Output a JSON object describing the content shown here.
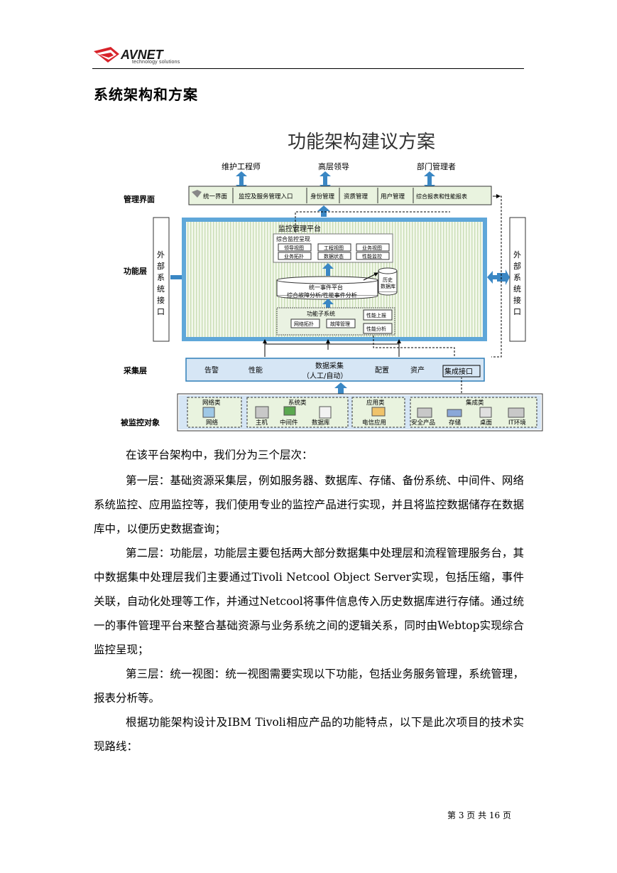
{
  "header": {
    "logo_text": "AVNET",
    "logo_sub": "technology solutions",
    "section_title": "系统架构和方案"
  },
  "diagram": {
    "title": "功能架构建议方案",
    "top_roles": [
      "维护工程师",
      "高层领导",
      "部门管理者"
    ],
    "layers": {
      "mgmt": "管理界面",
      "func": "功能层",
      "collect": "采集层",
      "monitored": "被监控对象"
    },
    "mgmt_items": [
      "统一界面",
      "监控及服务管理入口",
      "身份管理",
      "资质管理",
      "用户管理",
      "综合报表和性能报表"
    ],
    "external_left": "外部系统接口",
    "external_right": "外部系统接口",
    "platform": {
      "title": "监控管理平台",
      "display_title": "综合监控呈现",
      "display_items": [
        "领导视图",
        "工程视图",
        "业务视图",
        "业务拓扑",
        "数据状态",
        "性能监控"
      ],
      "event_platform": "统一事件平台",
      "event_analysis": "综合故障分析/性能事件分析",
      "history_db": "历史数据库",
      "func_subsystem": "功能子系统",
      "func_items": [
        "网络拓扑",
        "故障管理"
      ],
      "perf_items": [
        "性能上报",
        "性能分析"
      ]
    },
    "collect_items": [
      "告警",
      "性能",
      "数据采集",
      "（人工/自动）",
      "配置",
      "资产",
      "集成接口"
    ],
    "monitored_groups": [
      {
        "name": "网络类",
        "items": [
          "网络"
        ]
      },
      {
        "name": "系统类",
        "items": [
          "主机",
          "中间件",
          "数据库"
        ]
      },
      {
        "name": "应用类",
        "items": [
          "电信应用"
        ]
      },
      {
        "name": "集成类",
        "items": [
          "安全产品",
          "存储",
          "桌面",
          "IT环境"
        ]
      }
    ]
  },
  "body": {
    "p1": "在该平台架构中，我们分为三个层次：",
    "p2": "第一层：基础资源采集层，例如服务器、数据库、存储、备份系统、中间件、网络系统监控、应用监控等，我们使用专业的监控产品进行实现，并且将监控数据储存在数据库中，以便历史数据查询；",
    "p3": "第二层：功能层，功能层主要包括两大部分数据集中处理层和流程管理服务台，其中数据集中处理层我们主要通过Tivoli Netcool Object Server实现，包括压缩，事件关联，自动化处理等工作，并通过Netcool将事件信息传入历史数据库进行存储。通过统一的事件管理平台来整合基础资源与业务系统之间的逻辑关系，同时由Webtop实现综合监控呈现；",
    "p4": "第三层：统一视图：统一视图需要实现以下功能，包括业务服务管理，系统管理，报表分析等。",
    "p5": "根据功能架构设计及IBM Tivoli相应产品的功能特点，以下是此次项目的技术实现路线："
  },
  "footer": {
    "page": "第 3 页 共 16 页"
  },
  "colors": {
    "logo_red": "#d8232a",
    "bar_blue": "#2e7fb8",
    "green_pale": "#e9f3df",
    "blue_pale": "#d6e6f5"
  }
}
